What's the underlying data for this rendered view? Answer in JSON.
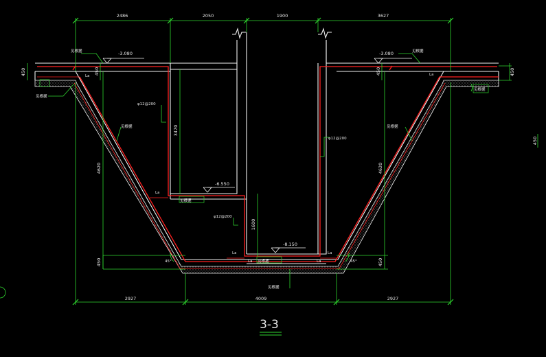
{
  "title": "3-3",
  "dims_top": [
    "2486",
    "2050",
    "1900",
    "3627"
  ],
  "dims_bottom": [
    "2927",
    "4009",
    "2927"
  ],
  "dim_450": "450",
  "dim_4620": "4620",
  "dim_3470": "3470",
  "dim_1600": "1600",
  "elev_left_top": "-3.080",
  "elev_right_top": "-3.080",
  "elev_mid": "-6.550",
  "elev_bottom": "-8.150",
  "rebar_spec": "φ12@200",
  "bar_label": "见根据",
  "lap_label": "La",
  "angle_label": "45°"
}
